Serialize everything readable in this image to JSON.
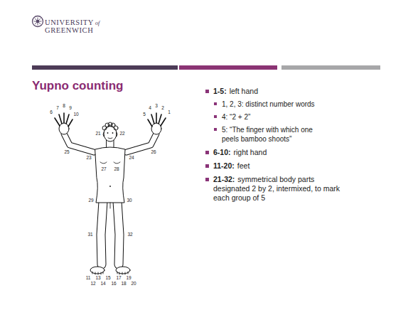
{
  "diagram": {
    "title": "Yupno counting",
    "labels": [
      "UNIVERSITY",
      "of",
      "GREENWICH",
      "1-5:",
      "left hand",
      "1, 2, 3: distinct number words",
      "4: “2 + 2”",
      "5: “The finger with which one peels bamboo shoots”",
      "6-10:",
      "right hand",
      "11-20:",
      "feet",
      "21-32:",
      "symmetrical body parts designated 2 by 2, intermixed, to mark each group of 5",
      "1",
      "2",
      "3",
      "4",
      "5",
      "6",
      "7",
      "8",
      "9",
      "10",
      "11",
      "12",
      "13",
      "14",
      "15",
      "16",
      "17",
      "18",
      "19",
      "20",
      "21",
      "22",
      "23",
      "24",
      "25",
      "26",
      "27",
      "28",
      "29",
      "30",
      "31",
      "32"
    ]
  }
}
